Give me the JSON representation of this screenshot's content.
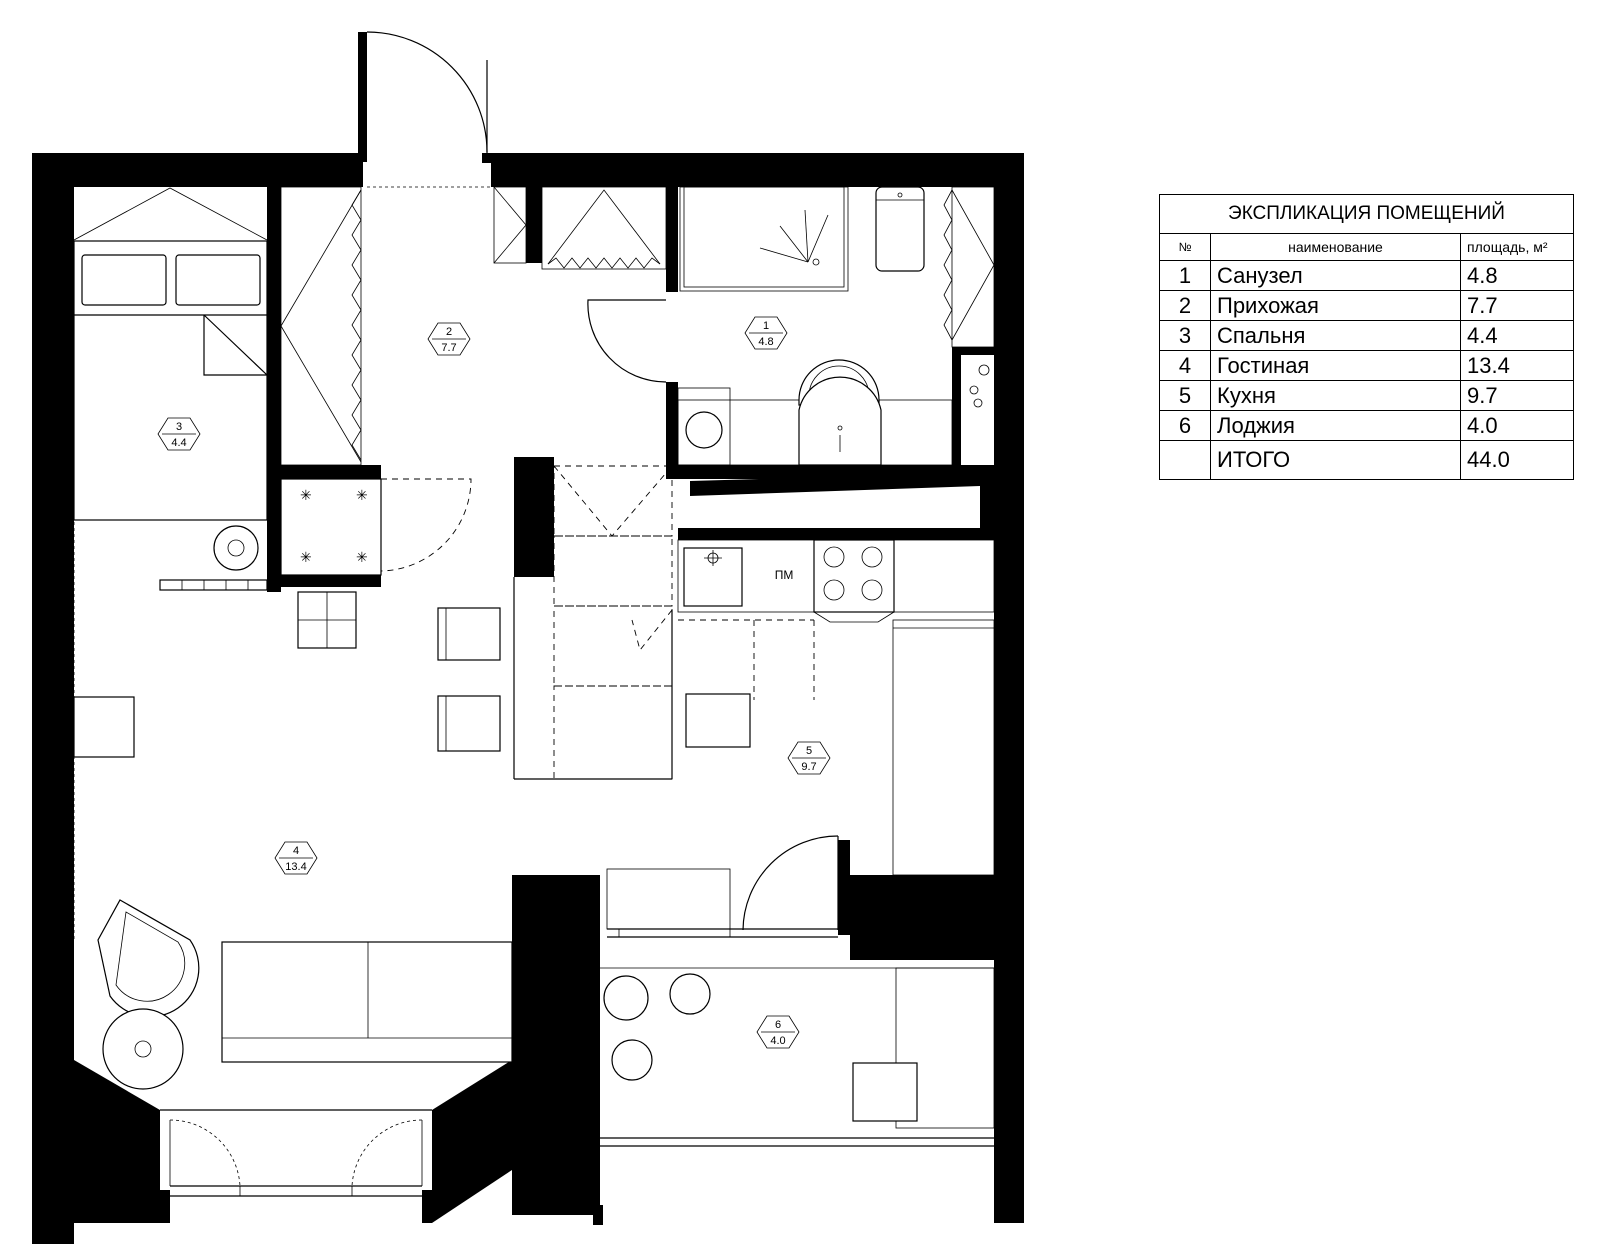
{
  "explication": {
    "title": "ЭКСПЛИКАЦИЯ ПОМЕЩЕНИЙ",
    "headers": {
      "no": "№",
      "name": "наименование",
      "area": "площадь, м²"
    },
    "rooms": [
      {
        "no": "1",
        "name": "Санузел",
        "area": "4.8"
      },
      {
        "no": "2",
        "name": "Прихожая",
        "area": "7.7"
      },
      {
        "no": "3",
        "name": "Спальня",
        "area": "4.4"
      },
      {
        "no": "4",
        "name": "Гостиная",
        "area": "13.4"
      },
      {
        "no": "5",
        "name": "Кухня",
        "area": "9.7"
      },
      {
        "no": "6",
        "name": "Лоджия",
        "area": "4.0"
      }
    ],
    "total": {
      "label": "ИТОГО",
      "area": "44.0"
    }
  },
  "plan": {
    "room_tags": [
      {
        "no": "1",
        "area": "4.8"
      },
      {
        "no": "2",
        "area": "7.7"
      },
      {
        "no": "3",
        "area": "4.4"
      },
      {
        "no": "4",
        "area": "13.4"
      },
      {
        "no": "5",
        "area": "9.7"
      },
      {
        "no": "6",
        "area": "4.0"
      }
    ],
    "dishwasher_label": "ПМ"
  }
}
